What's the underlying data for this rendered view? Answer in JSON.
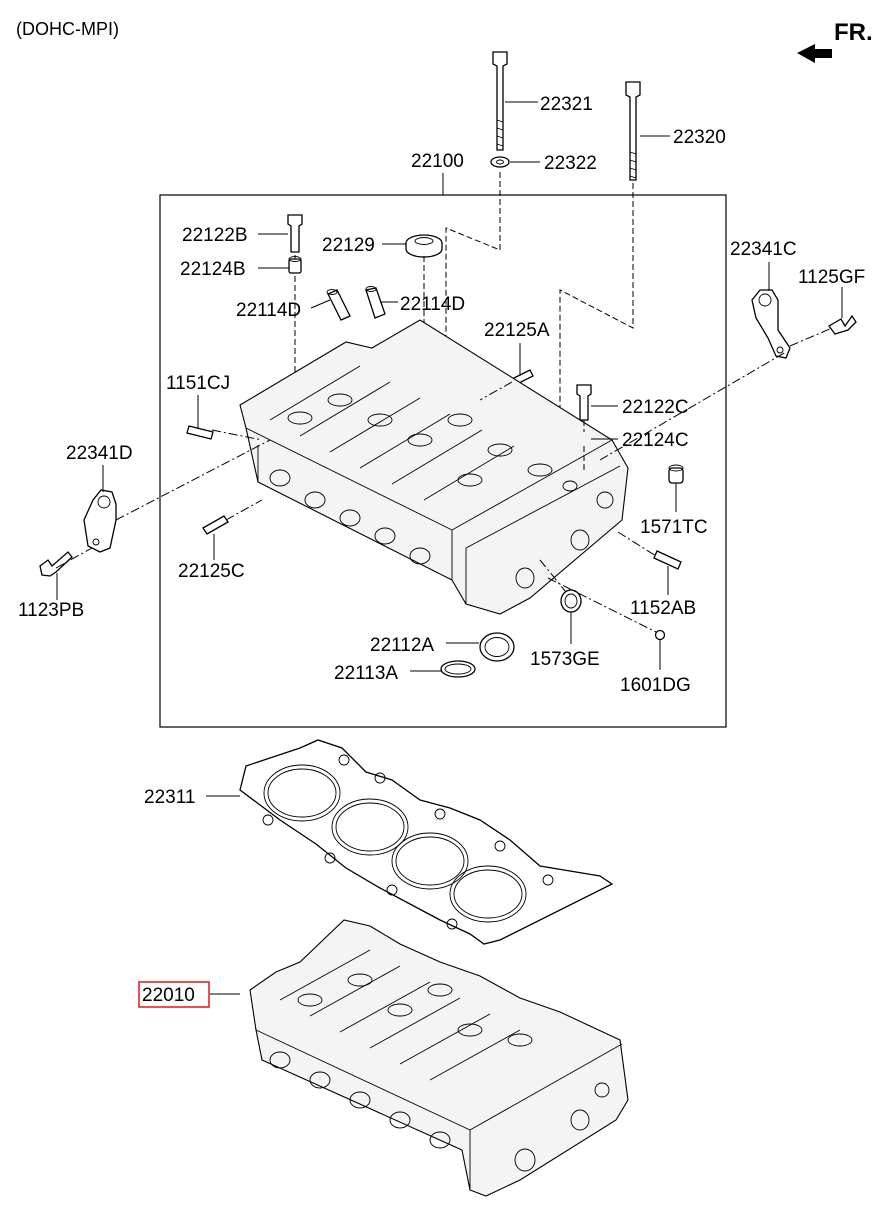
{
  "header": {
    "variant": "(DOHC-MPI)",
    "direction": "FR."
  },
  "highlight_color": "#e0161b",
  "callouts": {
    "c22321": "22321",
    "c22320": "22320",
    "c22322": "22322",
    "c22100": "22100",
    "c22122B": "22122B",
    "c22129": "22129",
    "c22124B": "22124B",
    "c22114D_left": "22114D",
    "c22114D_right": "22114D",
    "c22125A": "22125A",
    "c1151CJ": "1151CJ",
    "c22122C": "22122C",
    "c22124C": "22124C",
    "c22341D": "22341D",
    "c22341C": "22341C",
    "c1125GF": "1125GF",
    "c1571TC": "1571TC",
    "c22125C": "22125C",
    "c1152AB": "1152AB",
    "c1123PB": "1123PB",
    "c22112A": "22112A",
    "c1573GE": "1573GE",
    "c22113A": "22113A",
    "c1601DG": "1601DG",
    "c22311": "22311",
    "c22010": "22010"
  }
}
